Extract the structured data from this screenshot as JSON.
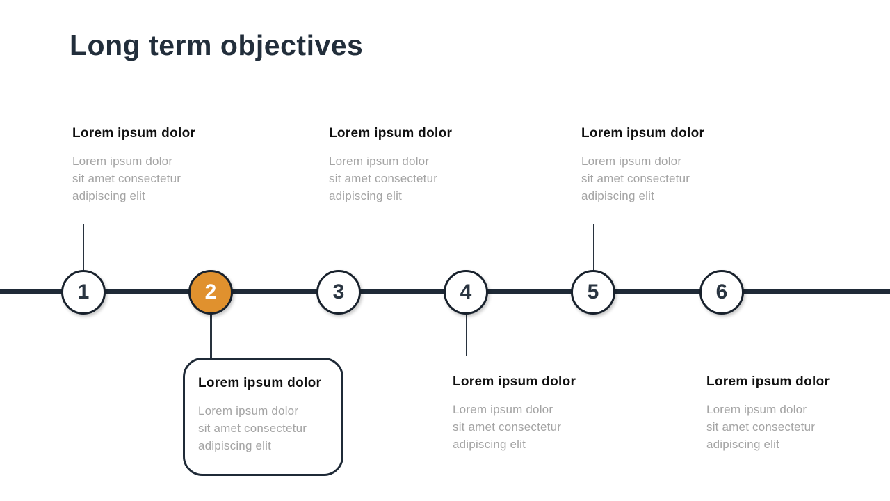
{
  "slide": {
    "title": "Long term objectives",
    "colors": {
      "navy": "#1F2A37",
      "orange": "#E0912E",
      "heading_text": "#101010",
      "body_text": "#A4A4A4",
      "background": "#FFFFFF"
    },
    "items": [
      {
        "number": "1",
        "heading": "Lorem ipsum dolor",
        "body_lines": [
          "Lorem ipsum dolor",
          "sit amet consectetur",
          "adipiscing elit"
        ],
        "placement": "above",
        "highlighted": false
      },
      {
        "number": "2",
        "heading": "Lorem ipsum dolor",
        "body_lines": [
          "Lorem ipsum dolor",
          "sit amet consectetur",
          "adipiscing elit"
        ],
        "placement": "below",
        "highlighted": true
      },
      {
        "number": "3",
        "heading": "Lorem ipsum dolor",
        "body_lines": [
          "Lorem ipsum dolor",
          "sit amet consectetur",
          "adipiscing elit"
        ],
        "placement": "above",
        "highlighted": false
      },
      {
        "number": "4",
        "heading": "Lorem ipsum dolor",
        "body_lines": [
          "Lorem ipsum dolor",
          "sit amet consectetur",
          "adipiscing elit"
        ],
        "placement": "below",
        "highlighted": false
      },
      {
        "number": "5",
        "heading": "Lorem ipsum dolor",
        "body_lines": [
          "Lorem ipsum dolor",
          "sit amet consectetur",
          "adipiscing elit"
        ],
        "placement": "above",
        "highlighted": false
      },
      {
        "number": "6",
        "heading": "Lorem ipsum dolor",
        "body_lines": [
          "Lorem ipsum dolor",
          "sit amet consectetur",
          "adipiscing elit"
        ],
        "placement": "below",
        "highlighted": false
      }
    ]
  }
}
